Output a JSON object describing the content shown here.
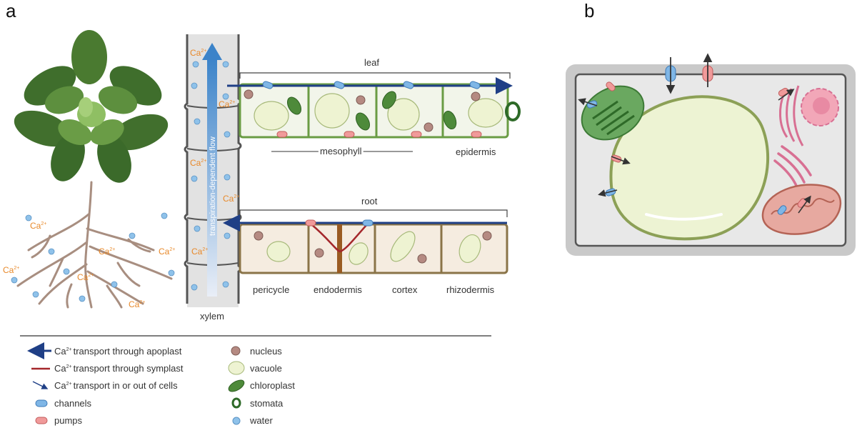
{
  "panels": {
    "a": "a",
    "b": "b"
  },
  "tissue_labels": {
    "leaf": "leaf",
    "root": "root",
    "mesophyll": "mesophyll",
    "epidermis": "epidermis",
    "pericycle": "pericycle",
    "endodermis": "endodermis",
    "cortex": "cortex",
    "rhizodermis": "rhizodermis",
    "xylem": "xylem",
    "flow": "transpiration-dependent flow"
  },
  "ion": {
    "base": "Ca",
    "charge": "2+"
  },
  "legend": {
    "apoplast": {
      "prefix": "Ca",
      "charge": "2+",
      "text": "transport through apoplast"
    },
    "symplast": {
      "prefix": "Ca",
      "charge": "2+",
      "text": "transport through symplast"
    },
    "inout": {
      "prefix": "Ca",
      "charge": "2+",
      "text": "transport in or out of cells"
    },
    "channels": "channels",
    "pumps": "pumps",
    "nucleus": "nucleus",
    "vacuole": "vacuole",
    "chloroplast": "chloroplast",
    "stomata": "stomata",
    "water": "water"
  },
  "colors": {
    "apoplast_arrow": "#1f3f86",
    "symplast_line": "#a4272b",
    "channel": "#7fb6e6",
    "pump": "#f09a9a",
    "ion_text": "#e8892a",
    "leaf_wall": "#6a9c44",
    "root_wall": "#8a7448",
    "xylem_bg": "#dedede"
  }
}
